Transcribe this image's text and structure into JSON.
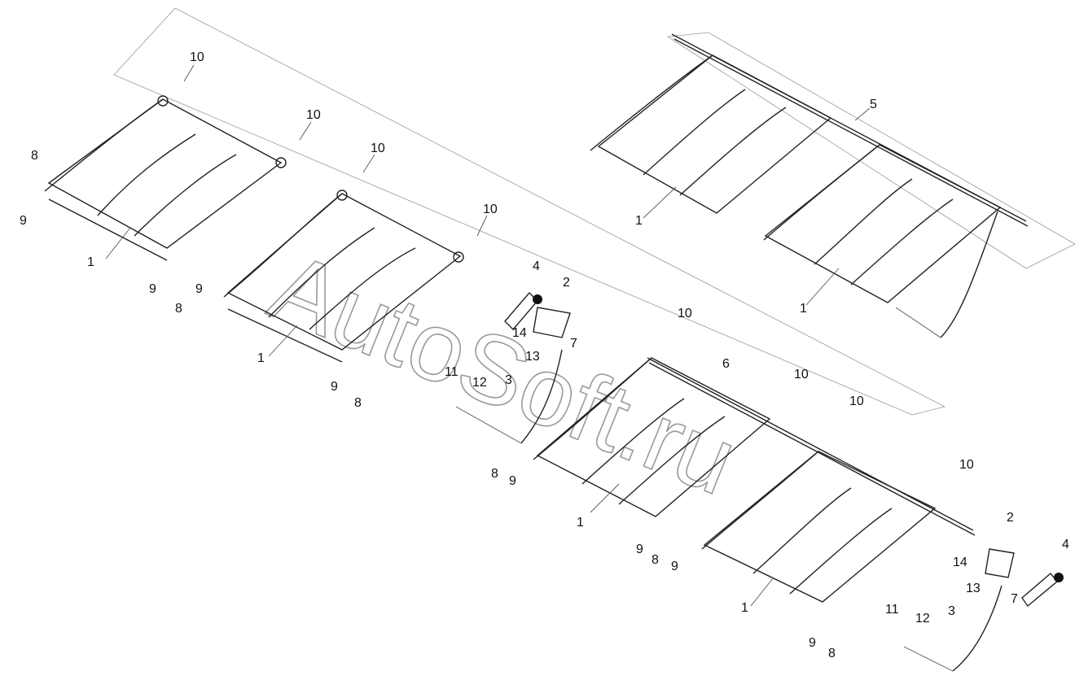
{
  "watermark": "AutoSoft.ru",
  "callouts": {
    "c1": "10",
    "c2": "10",
    "c3": "10",
    "c4": "10",
    "c5": "8",
    "c6": "9",
    "c7": "1",
    "c8": "9",
    "c9": "8",
    "c10": "9",
    "c11": "1",
    "c12": "9",
    "c13": "8",
    "c14": "4",
    "c15": "2",
    "c16": "14",
    "c17": "13",
    "c18": "7",
    "c19": "3",
    "c20": "11",
    "c21": "12",
    "c22": "10",
    "c23": "6",
    "c24": "10",
    "c25": "10",
    "c26": "8",
    "c27": "9",
    "c28": "1",
    "c29": "9",
    "c30": "8",
    "c31": "9",
    "c32": "1",
    "c33": "10",
    "c34": "2",
    "c35": "4",
    "c36": "14",
    "c37": "13",
    "c38": "7",
    "c39": "3",
    "c40": "11",
    "c41": "12",
    "c42": "9",
    "c43": "8",
    "c44": "5",
    "c45": "1",
    "c46": "1"
  }
}
